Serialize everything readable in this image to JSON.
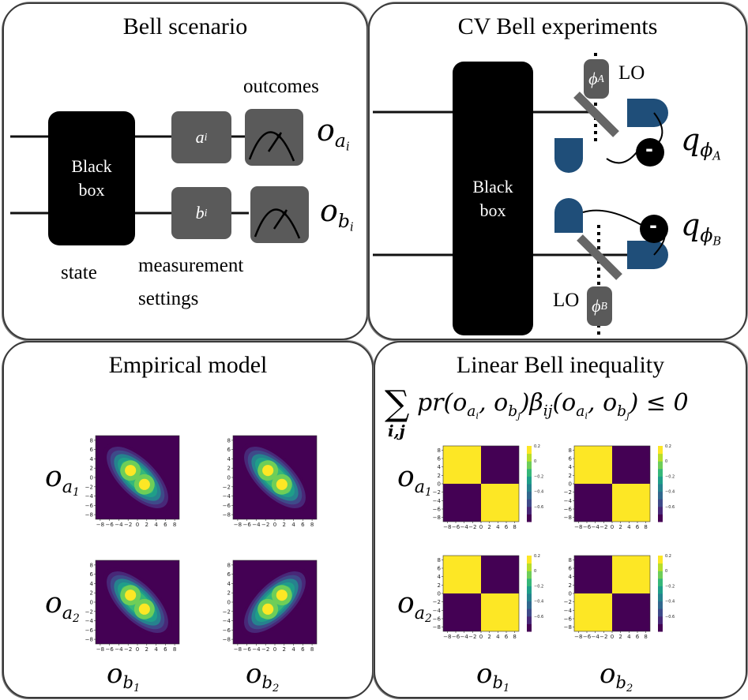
{
  "panels": {
    "bell_scenario": {
      "title": "Bell scenario",
      "black_box": "Black box",
      "state_label": "state",
      "measurement_label_1": "measurement",
      "measurement_label_2": "settings",
      "outcomes_label": "outcomes",
      "setting_a": "a",
      "setting_a_sub": "i",
      "setting_b": "b",
      "setting_b_sub": "i",
      "outcome_a": "o",
      "outcome_a_sub": "a",
      "outcome_a_subsub": "i",
      "outcome_b": "o",
      "outcome_b_sub": "b",
      "outcome_b_subsub": "i"
    },
    "cv_bell": {
      "title": "CV Bell experiments",
      "black_box": "Black box",
      "lo_top": "LO",
      "lo_bottom": "LO",
      "phi_a": "ϕ",
      "phi_a_sub": "A",
      "phi_b": "ϕ",
      "phi_b_sub": "B",
      "q_a": "q",
      "q_a_sub": "ϕ",
      "q_a_subsub": "A",
      "q_b": "q",
      "q_b_sub": "ϕ",
      "q_b_subsub": "B",
      "minus": "-"
    },
    "empirical": {
      "title": "Empirical model",
      "row1": "o",
      "row1_sub": "a",
      "row1_subsub": "1",
      "row2": "o",
      "row2_sub": "a",
      "row2_subsub": "2",
      "col1": "o",
      "col1_sub": "b",
      "col1_subsub": "1",
      "col2": "o",
      "col2_sub": "b",
      "col2_subsub": "2"
    },
    "inequality": {
      "title": "Linear Bell inequality",
      "sum_symbol": "∑",
      "sum_index": "i,j",
      "formula": "pr(o",
      "row1": "o",
      "row1_sub": "a",
      "row1_subsub": "1",
      "row2": "o",
      "row2_sub": "a",
      "row2_subsub": "2",
      "col1": "o",
      "col1_sub": "b",
      "col1_subsub": "1",
      "col2": "o",
      "col2_sub": "b",
      "col2_subsub": "2"
    }
  },
  "axis_ticks": [
    "−8",
    "−6",
    "−4",
    "−2",
    "0",
    "2",
    "4",
    "6",
    "8"
  ],
  "colorbar_ticks": [
    "0.2",
    "0",
    "−0.2",
    "−0.4",
    "−0.6"
  ],
  "colors": {
    "viridis_dark": "#440154",
    "viridis_yellow": "#fde725",
    "detector_blue": "#1f4e79",
    "box_gray": "#5a5a5a"
  },
  "chart_data": [
    {
      "type": "heatmap",
      "panel": "Empirical model",
      "row": "o_a1",
      "col": "o_b1",
      "xlim": [
        -9,
        9
      ],
      "ylim": [
        -9,
        9
      ],
      "correlation": "negative",
      "peaks": [
        [
          -1.5,
          1.5
        ],
        [
          1.5,
          -1.5
        ]
      ]
    },
    {
      "type": "heatmap",
      "panel": "Empirical model",
      "row": "o_a1",
      "col": "o_b2",
      "xlim": [
        -9,
        9
      ],
      "ylim": [
        -9,
        9
      ],
      "correlation": "negative",
      "peaks": [
        [
          -1.5,
          1.5
        ],
        [
          1.5,
          -1.5
        ]
      ]
    },
    {
      "type": "heatmap",
      "panel": "Empirical model",
      "row": "o_a2",
      "col": "o_b1",
      "xlim": [
        -9,
        9
      ],
      "ylim": [
        -9,
        9
      ],
      "correlation": "negative",
      "peaks": [
        [
          -1.5,
          1.5
        ],
        [
          1.5,
          -1.5
        ]
      ]
    },
    {
      "type": "heatmap",
      "panel": "Empirical model",
      "row": "o_a2",
      "col": "o_b2",
      "xlim": [
        -9,
        9
      ],
      "ylim": [
        -9,
        9
      ],
      "correlation": "positive",
      "peaks": [
        [
          -1.5,
          -1.5
        ],
        [
          1.5,
          1.5
        ]
      ]
    },
    {
      "type": "heatmap",
      "panel": "Linear Bell inequality",
      "row": "o_a1",
      "col": "o_b1",
      "xlim": [
        -9,
        9
      ],
      "ylim": [
        -9,
        9
      ],
      "quadrants": {
        "top_left": 0.2,
        "top_right": -0.8,
        "bottom_left": -0.8,
        "bottom_right": 0.2
      }
    },
    {
      "type": "heatmap",
      "panel": "Linear Bell inequality",
      "row": "o_a1",
      "col": "o_b2",
      "xlim": [
        -9,
        9
      ],
      "ylim": [
        -9,
        9
      ],
      "quadrants": {
        "top_left": 0.2,
        "top_right": -0.8,
        "bottom_left": -0.8,
        "bottom_right": 0.2
      }
    },
    {
      "type": "heatmap",
      "panel": "Linear Bell inequality",
      "row": "o_a2",
      "col": "o_b1",
      "xlim": [
        -9,
        9
      ],
      "ylim": [
        -9,
        9
      ],
      "quadrants": {
        "top_left": 0.2,
        "top_right": -0.8,
        "bottom_left": -0.8,
        "bottom_right": 0.2
      }
    },
    {
      "type": "heatmap",
      "panel": "Linear Bell inequality",
      "row": "o_a2",
      "col": "o_b2",
      "xlim": [
        -9,
        9
      ],
      "ylim": [
        -9,
        9
      ],
      "quadrants": {
        "top_left": -0.8,
        "top_right": 0.2,
        "bottom_left": 0.2,
        "bottom_right": -0.8
      }
    }
  ]
}
